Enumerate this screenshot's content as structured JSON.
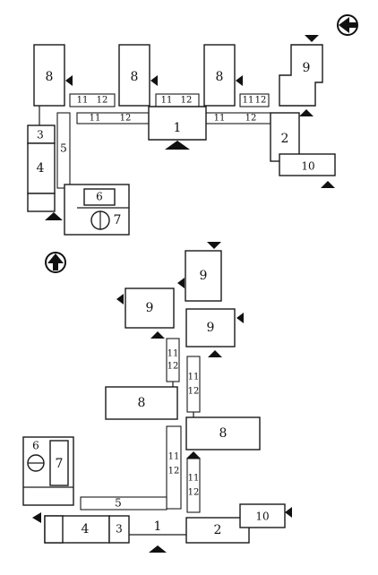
{
  "labels": {
    "n1": "1",
    "n2": "2",
    "n3": "3",
    "n4": "4",
    "n5": "5",
    "n6": "6",
    "n7": "7",
    "n8": "8",
    "n9": "9",
    "n10": "10",
    "n11": "11",
    "n12": "12"
  },
  "colors": {
    "ink": "#111111",
    "paper": "#ffffff"
  }
}
